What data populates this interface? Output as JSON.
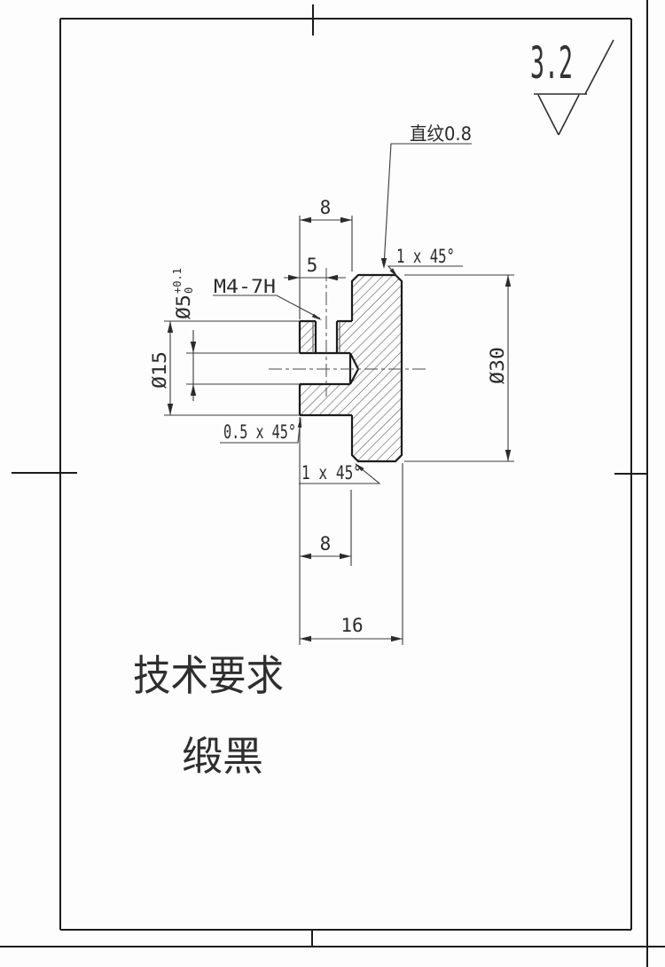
{
  "drawing": {
    "colors": {
      "line": "#1c1c1c",
      "thin_line": "#3a3a3a",
      "background": "#fdfdfd"
    },
    "surface_finish": {
      "roughness_value": "3.2"
    },
    "annotations": {
      "knurl": "直纹0.8",
      "thread_spec": "M4-7H",
      "chamfer_top_right": "1 x 45°",
      "chamfer_face": "0.5 x 45°",
      "chamfer_bottom_left": "1 x 45°"
    },
    "dimensions": {
      "boss_length": "8",
      "thread_offset": "5",
      "bore_diameter": "Ø5",
      "bore_tol_upper": "+0.1",
      "bore_tol_lower": "0",
      "boss_diameter": "Ø15",
      "head_diameter": "Ø30",
      "bore_depth": "8",
      "total_length": "16"
    },
    "notes": {
      "title": "技术要求",
      "line1": "缎黑"
    }
  }
}
